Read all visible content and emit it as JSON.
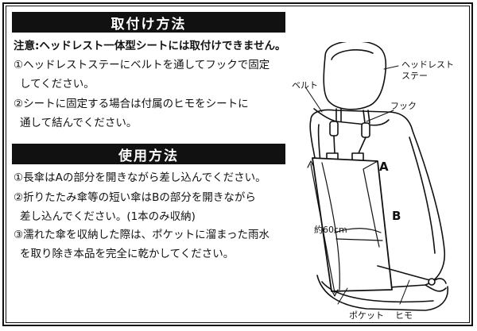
{
  "section1": {
    "title": "取付け方法",
    "note": "注意:ヘッドレスト一体型シートには取付けできません。",
    "lines": [
      "①ヘッドレストステーにベルトを通してフックで固定",
      "してください。",
      "②シートに固定する場合は付属のヒモをシートに",
      "通して結んでください。"
    ]
  },
  "section2": {
    "title": "使用方法",
    "lines": [
      "①長傘はAの部分を開きながら差し込んでください。",
      "②折りたたみ傘等の短い傘はBの部分を開きながら",
      "差し込んでください。(1本のみ収納)",
      "③濡れた傘を収納した際は、ポケットに溜まった雨水",
      "を取り除き本品を完全に乾かしてください。"
    ]
  },
  "illustration": {
    "headrest_stay_line1": "ヘッドレスト",
    "headrest_stay_line2": "ステー",
    "belt": "ベルト",
    "hook": "フック",
    "part_a": "A",
    "part_b": "B",
    "length": "約60cm",
    "pocket": "ポケット",
    "string": "ヒモ"
  }
}
